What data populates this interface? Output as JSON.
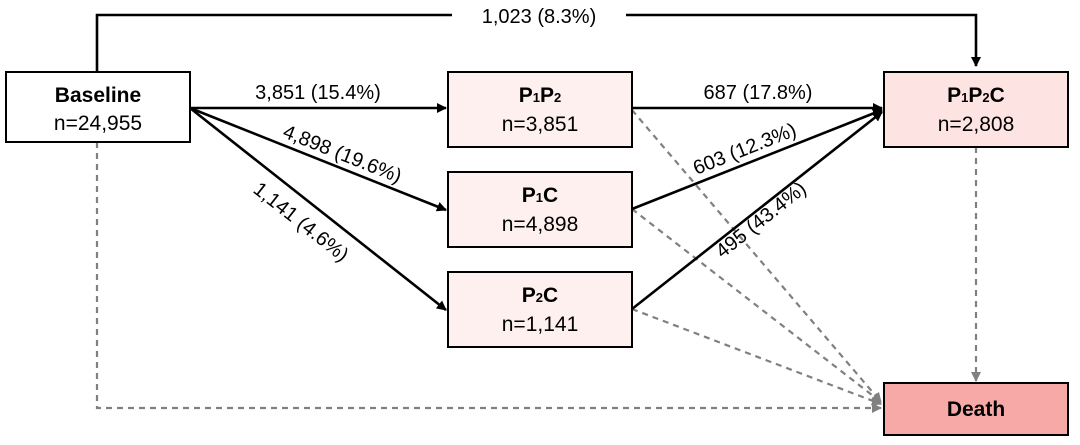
{
  "nodes": {
    "baseline": {
      "title": "Baseline",
      "sub": "n=24,955",
      "fill": "#ffffff"
    },
    "p1p2": {
      "title_a": "P",
      "title_a_sub": "1",
      "title_b": "P",
      "title_b_sub": "2",
      "sub": "n=3,851",
      "fill": "#fdf0ee"
    },
    "p1c": {
      "title_a": "P",
      "title_a_sub": "1",
      "title_b": "C",
      "sub": "n=4,898",
      "fill": "#fdf0ee"
    },
    "p2c": {
      "title_a": "P",
      "title_a_sub": "2",
      "title_b": "C",
      "sub": "n=1,141",
      "fill": "#fdf0ee"
    },
    "p1p2c": {
      "title_a": "P",
      "title_a_sub": "1",
      "title_b": "P",
      "title_b_sub": "2",
      "title_c": "C",
      "sub": "n=2,808",
      "fill": "#fde3e1"
    },
    "death": {
      "title": "Death",
      "fill": "#f7a9a7"
    }
  },
  "edges": {
    "baseline_to_p1p2c": "1,023 (8.3%)",
    "baseline_to_p1p2": "3,851 (15.4%)",
    "baseline_to_p1c": "4,898 (19.6%)",
    "baseline_to_p2c": "1,141 (4.6%)",
    "p1p2_to_p1p2c": "687 (17.8%)",
    "p1c_to_p1p2c": "603 (12.3%)",
    "p2c_to_p1p2c": "495 (43.4%)"
  },
  "colors": {
    "solid_arrow": "#000000",
    "dashed_arrow": "#808080"
  }
}
